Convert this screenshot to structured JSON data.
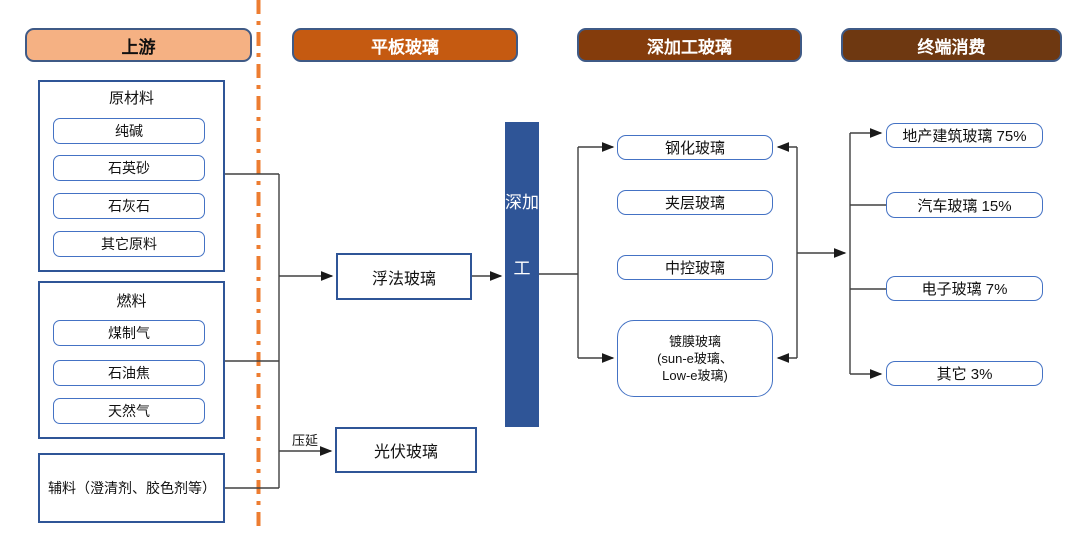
{
  "colors": {
    "upstream_header_bg": "#F5B183",
    "flat_header_bg": "#C55A11",
    "deep_header_bg": "#843C0C",
    "consumption_header_bg": "#6E3811",
    "deep_bar_bg": "#2F5597",
    "divider_orange": "#ED7D31",
    "big_border": "#2F5597",
    "pill_border": "#4472C4",
    "header_border": "#3F5A86",
    "line_color": "#404040"
  },
  "headers": {
    "upstream": "上游",
    "flat_glass": "平板玻璃",
    "deep_processed": "深加工玻璃",
    "consumption": "终端消费"
  },
  "upstream": {
    "raw_materials": {
      "title": "原材料",
      "items": [
        "纯碱",
        "石英砂",
        "石灰石",
        "其它原料"
      ]
    },
    "fuel": {
      "title": "燃料",
      "items": [
        "煤制气",
        "石油焦",
        "天然气"
      ]
    },
    "auxiliary": "辅料（澄清剂、胶色剂等）"
  },
  "flat_glass": {
    "float_glass": "浮法玻璃",
    "pv_glass": "光伏玻璃",
    "rolling_label": "压延"
  },
  "deep_processing": {
    "bar_label": "深加工",
    "items": [
      "钢化玻璃",
      "夹层玻璃",
      "中控玻璃"
    ],
    "coated_lines": [
      "镀膜玻璃",
      "(sun-e玻璃、",
      "Low-e玻璃)"
    ]
  },
  "consumption": {
    "items": [
      "地产建筑玻璃 75%",
      "汽车玻璃 15%",
      "电子玻璃 7%",
      "其它 3%"
    ]
  }
}
